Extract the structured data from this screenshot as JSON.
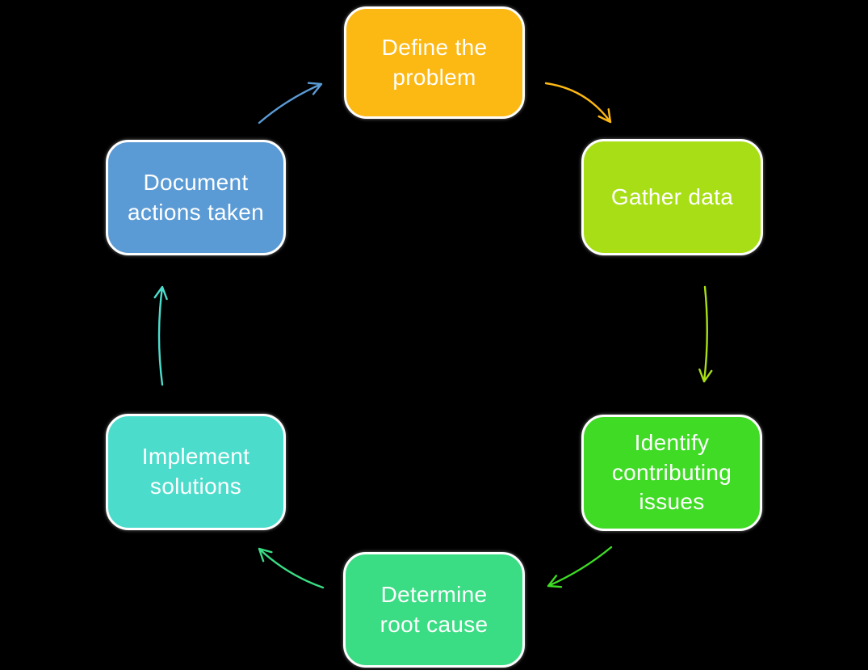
{
  "background_color": "#000000",
  "diagram": {
    "type": "cycle",
    "direction": "clockwise",
    "node_text_color": "#FFFFFF",
    "node_border_color": "#FFFFFF",
    "nodes": [
      {
        "id": "define-the-problem",
        "label": "Define the problem",
        "fill": "#FCB813"
      },
      {
        "id": "gather-data",
        "label": "Gather data",
        "fill": "#A8DE16"
      },
      {
        "id": "identify-contributing-issues",
        "label": "Identify contributing issues",
        "fill": "#3FDB25"
      },
      {
        "id": "determine-root-cause",
        "label": "Determine root cause",
        "fill": "#3ADC84"
      },
      {
        "id": "implement-solutions",
        "label": "Implement solutions",
        "fill": "#4CDCCC"
      },
      {
        "id": "document-actions-taken",
        "label": "Document actions taken",
        "fill": "#5B9BD5"
      }
    ],
    "arrows": [
      {
        "from": "define-the-problem",
        "to": "gather-data",
        "color": "#FCB813"
      },
      {
        "from": "gather-data",
        "to": "identify-contributing-issues",
        "color": "#A8DE16"
      },
      {
        "from": "identify-contributing-issues",
        "to": "determine-root-cause",
        "color": "#3FDB25"
      },
      {
        "from": "determine-root-cause",
        "to": "implement-solutions",
        "color": "#3ADC84"
      },
      {
        "from": "implement-solutions",
        "to": "document-actions-taken",
        "color": "#4CDCCC"
      },
      {
        "from": "document-actions-taken",
        "to": "define-the-problem",
        "color": "#5B9BD5"
      }
    ]
  }
}
